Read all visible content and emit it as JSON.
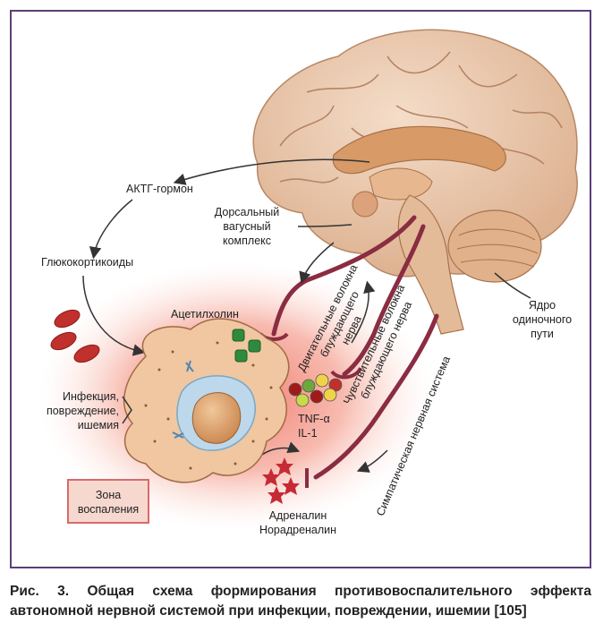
{
  "labels": {
    "acth": "АКТГ-гормон",
    "glucocorticoids": "Глюкокортикоиды",
    "dorsal_vagal_complex": [
      "Дорсальный",
      "вагусный",
      "комплекс"
    ],
    "nucleus_solitary_tract": [
      "Ядро",
      "одиночного",
      "пути"
    ],
    "acetylcholine": "Ацетилхолин",
    "motor_fibers": [
      "Двигательные волокна",
      "блуждающего",
      "нерва"
    ],
    "sensory_fibers": [
      "Чувствительные волокна",
      "блуждающего нерва"
    ],
    "sympathetic_system": "Симпатическая нервная система",
    "cytokines": [
      "TNF-α",
      "IL-1"
    ],
    "injury": [
      "Инфекция,",
      "повреждение,",
      "ишемия"
    ],
    "adrenaline": [
      "Адреналин",
      "Норадреналин"
    ],
    "inflammation_zone": [
      "Зона",
      "воспаления"
    ]
  },
  "caption": "Рис. 3. Общая схема формирования противовоспалительного эффекта автономной нервной системой при инфекции, повреждении, ишемии [105]",
  "colors": {
    "border": "#5b3f7a",
    "nerve": "#8a2c42",
    "brain": "#e6c2a4",
    "inflammation": "#f08a7a",
    "cell": "#efc79b",
    "rbc": "#c0302c",
    "acetylcholine_dots": "#2f8a3e"
  }
}
